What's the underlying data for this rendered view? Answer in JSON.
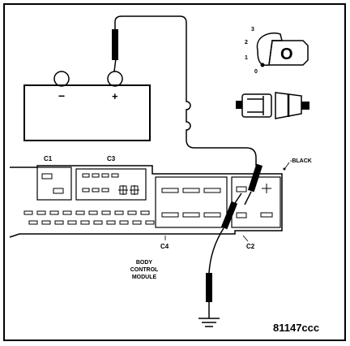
{
  "battery": {
    "negative_symbol": "−",
    "positive_symbol": "+"
  },
  "ignition": {
    "positions": [
      "3",
      "2",
      "1",
      "0"
    ],
    "key_letter": "O"
  },
  "connectors": {
    "c1": "C1",
    "c2": "C2",
    "c3": "C3",
    "c4": "C4"
  },
  "module": {
    "line1": "BODY",
    "line2": "CONTROL",
    "line3": "MODULE"
  },
  "wire_color": "-BLACK",
  "figure_id": "81147ccc"
}
